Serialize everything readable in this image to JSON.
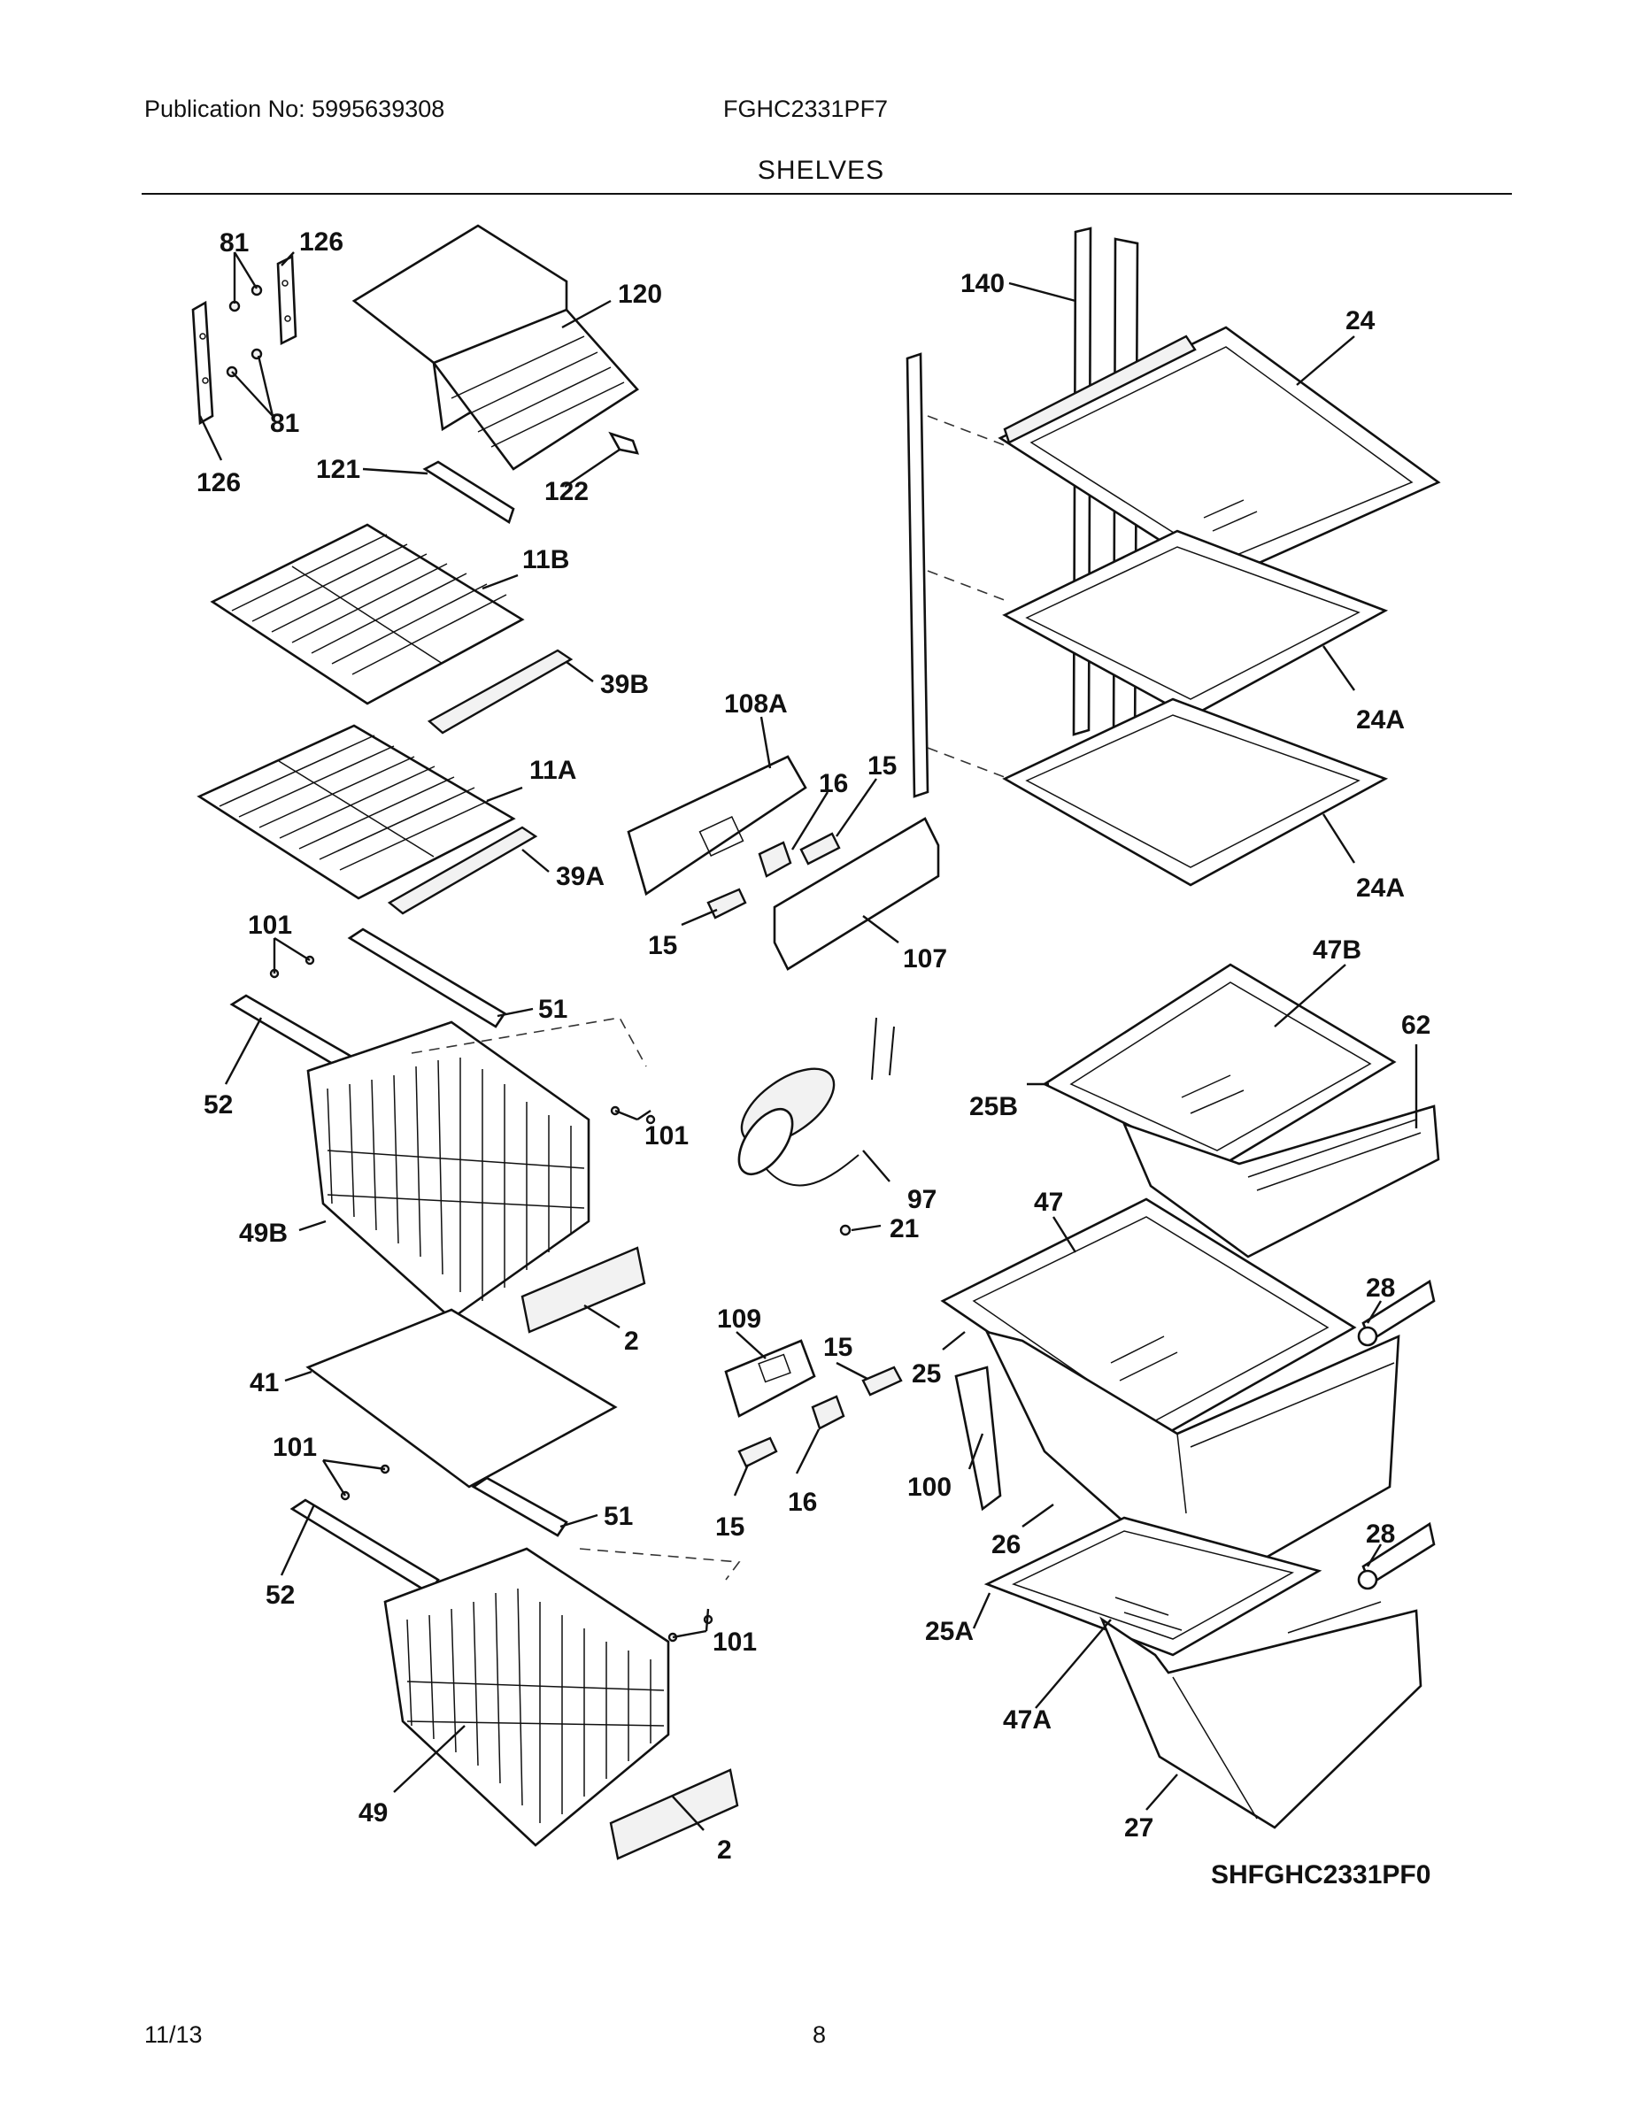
{
  "header": {
    "publication": "Publication No: 5995639308",
    "model": "FGHC2331PF7",
    "section": "SHELVES"
  },
  "diagram": {
    "drawing_code": "SHFGHC2331PF0",
    "callouts": [
      "81",
      "126",
      "120",
      "81",
      "126",
      "121",
      "122",
      "11B",
      "39B",
      "11A",
      "39A",
      "101",
      "51",
      "52",
      "101",
      "49B",
      "2",
      "41",
      "101",
      "51",
      "52",
      "101",
      "49",
      "2",
      "108A",
      "16",
      "15",
      "15",
      "107",
      "97",
      "21",
      "109",
      "15",
      "15",
      "16",
      "140",
      "24",
      "24A",
      "24A",
      "47B",
      "62",
      "25B",
      "47",
      "28",
      "25",
      "100",
      "26",
      "28",
      "25A",
      "47A",
      "27"
    ]
  },
  "footer": {
    "date": "11/13",
    "page": "8"
  }
}
